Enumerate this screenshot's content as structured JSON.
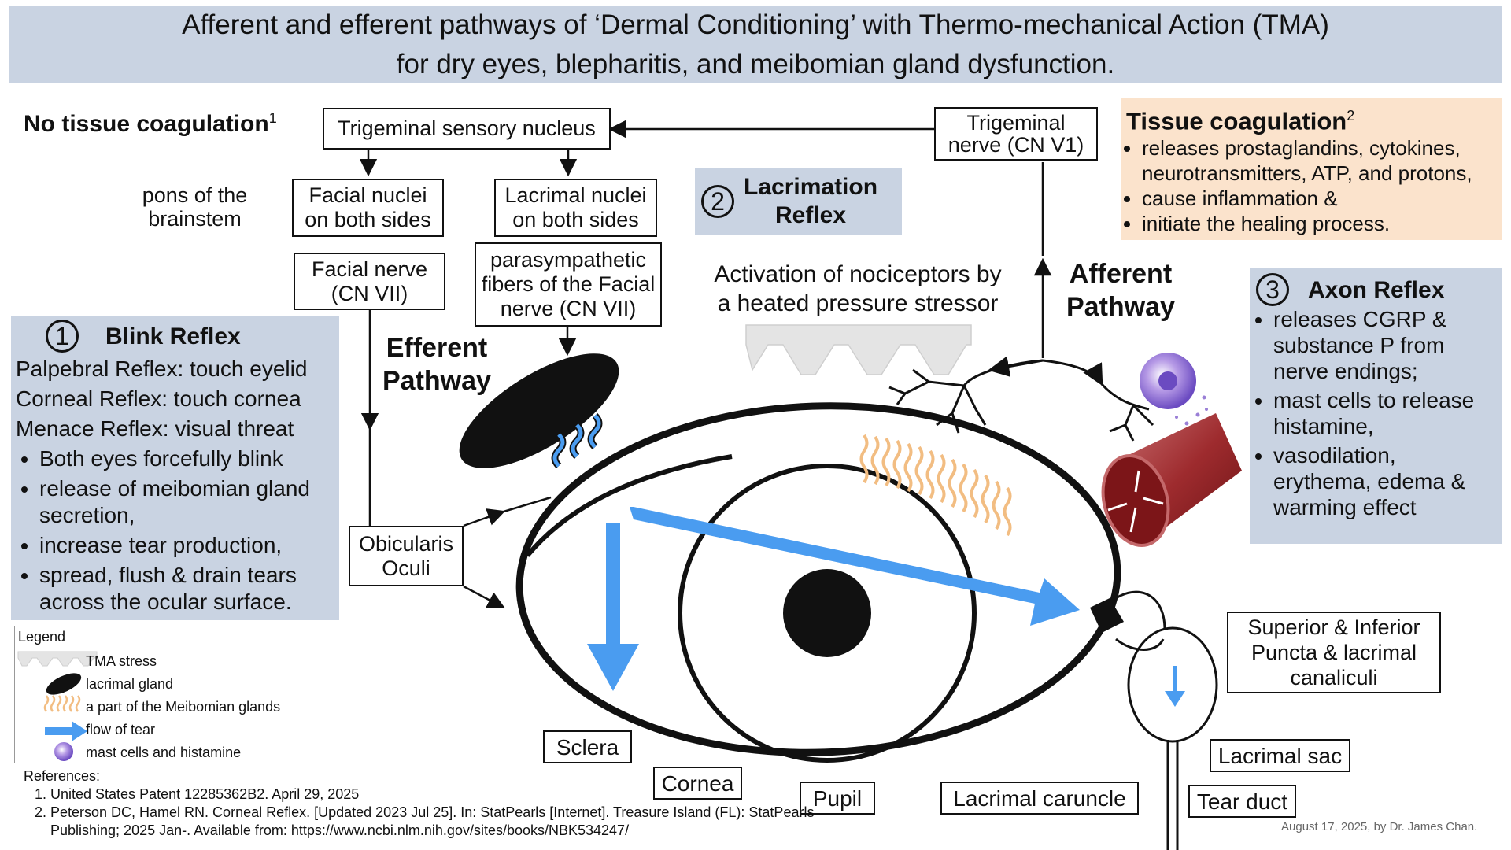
{
  "title": {
    "line1": "Afferent and efferent pathways of ‘Dermal Conditioning’ with Thermo-mechanical Action (TMA)",
    "line2": "for dry eyes, blepharitis, and meibomian gland dysfunction."
  },
  "no_coagulation": {
    "label": "No tissue coagulation",
    "sup": "1"
  },
  "nodes": {
    "trigeminal_nucleus": "Trigeminal sensory nucleus",
    "trigeminal_nerve_l1": "Trigeminal",
    "trigeminal_nerve_l2": "nerve (CN V1)",
    "pons_l1": "pons of the",
    "pons_l2": "brainstem",
    "facial_nuclei_l1": "Facial nuclei",
    "facial_nuclei_l2": "on both sides",
    "lacrimal_nuclei_l1": "Lacrimal nuclei",
    "lacrimal_nuclei_l2": "on both sides",
    "facial_nerve_l1": "Facial nerve",
    "facial_nerve_l2": "(CN VII)",
    "parasym_l1": "parasympathetic",
    "parasym_l2": "fibers of the Facial",
    "parasym_l3": "nerve (CN VII)",
    "obicularis_l1": "Obicularis",
    "obicularis_l2": "Oculi"
  },
  "efferent_l1": "Efferent",
  "efferent_l2": "Pathway",
  "afferent_l1": "Afferent",
  "afferent_l2": "Pathway",
  "lacrimation": {
    "num": "2",
    "l1": "Lacrimation",
    "l2": "Reflex"
  },
  "nociceptor_l1": "Activation of nociceptors by",
  "nociceptor_l2": "a heated pressure stressor",
  "coagulation": {
    "title": "Tissue coagulation",
    "sup": "2",
    "items": [
      "releases prostaglandins, cytokines, neurotransmitters, ATP, and protons,",
      "cause inflammation &",
      "initiate the healing process."
    ]
  },
  "blink": {
    "num": "1",
    "title": "Blink Reflex",
    "lines": [
      "Palpebral Reflex: touch eyelid",
      "Corneal Reflex: touch cornea",
      "Menace Reflex: visual threat"
    ],
    "items": [
      "Both eyes forcefully blink",
      "release of meibomian gland secretion,",
      "increase tear production,",
      "spread, flush & drain tears across the ocular surface."
    ]
  },
  "axon": {
    "num": "3",
    "title": "Axon Reflex",
    "items": [
      "releases CGRP & substance P from nerve endings;",
      "mast cells to release histamine,",
      "vasodilation, erythema, edema & warming effect"
    ]
  },
  "anatomy": {
    "sclera": "Sclera",
    "cornea": "Cornea",
    "pupil": "Pupil",
    "caruncle": "Lacrimal caruncle",
    "puncta_l1": "Superior & Inferior",
    "puncta_l2": "Puncta & lacrimal",
    "puncta_l3": "canaliculi",
    "sac": "Lacrimal sac",
    "duct": "Tear duct"
  },
  "legend": {
    "title": "Legend",
    "items": [
      "TMA stress",
      "lacrimal gland",
      "a part of the Meibomian glands",
      "flow of tear",
      "mast cells and histamine"
    ]
  },
  "references": {
    "title": "References:",
    "items": [
      "United States Patent 12285362B2. April 29, 2025",
      "Peterson DC, Hamel RN. Corneal Reflex. [Updated 2023 Jul 25]. In: StatPearls [Internet]. Treasure Island (FL): StatPearls Publishing; 2025 Jan-. Available from: https://www.ncbi.nlm.nih.gov/sites/books/NBK534247/"
    ]
  },
  "credit": "August 17,  2025, by Dr. James Chan.",
  "colors": {
    "banner": "#c9d3e2",
    "panel_blue": "#c9d3e2",
    "panel_peach": "#fbe3cc",
    "tear_flow": "#4a9cf0",
    "meibomian": "#f2bd82",
    "blood_vessel": "#8e1f22",
    "mast_cell": "#9a7fd6"
  }
}
